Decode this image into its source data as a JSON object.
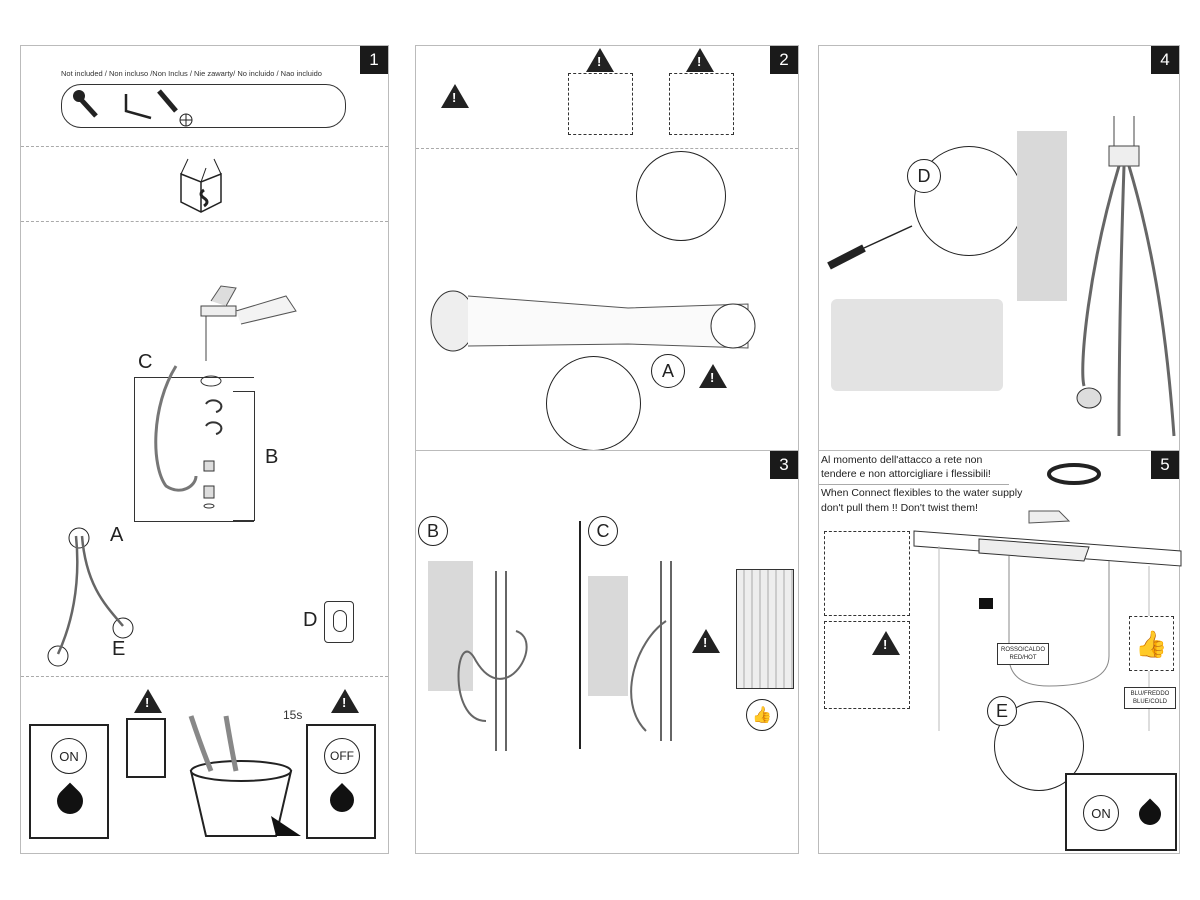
{
  "panels": [
    {
      "number": "1",
      "not_included": "Not included / Non incluso /Non Inclus / Nie zawarty/ No incluido / Nao incluido",
      "labels": {
        "a": "A",
        "b": "B",
        "c": "C",
        "d": "D",
        "e": "E"
      },
      "timer": "15s",
      "on": "ON",
      "off": "OFF"
    },
    {
      "number": "2",
      "labels": {
        "a": "A"
      }
    },
    {
      "number": "3",
      "labels": {
        "b": "B",
        "c": "C"
      }
    },
    {
      "number": "4",
      "labels": {
        "d": "D"
      }
    },
    {
      "number": "5",
      "labels": {
        "e": "E"
      },
      "note_it_1": "Al momento dell'attacco a rete non",
      "note_it_2": "tendere e non attorcigliare i flessibili!",
      "note_en_1": "When Connect flexibles to the water supply",
      "note_en_2": "don't pull them !! Don't twist them!",
      "hot_1": "ROSSO/CALDO",
      "hot_2": "RED/HOT",
      "cold_1": "BLU/FREDDO",
      "cold_2": "BLUE/COLD",
      "on": "ON"
    }
  ]
}
